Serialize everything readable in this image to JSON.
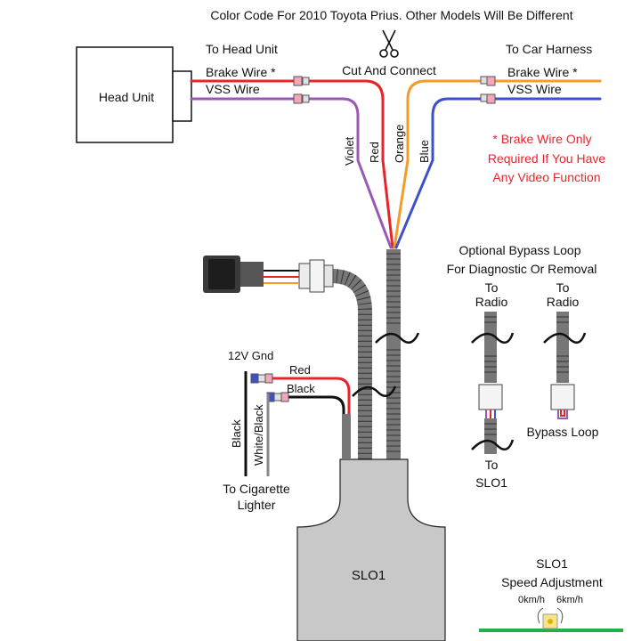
{
  "title": "Color Code For 2010 Toyota Prius. Other Models Will Be Different",
  "head_unit": {
    "label": "Head Unit",
    "to_label": "To Head Unit"
  },
  "car_harness": {
    "to_label": "To Car Harness"
  },
  "wires": {
    "brake_left": "Brake Wire *",
    "vss_left": "VSS Wire",
    "brake_right": "Brake Wire *",
    "vss_right": "VSS Wire",
    "violet": "Violet",
    "red": "Red",
    "orange": "Orange",
    "blue": "Blue"
  },
  "cut_connect": "Cut And Connect",
  "brake_note": [
    "* Brake Wire Only",
    "Required If You Have",
    "Any Video Function"
  ],
  "power": {
    "gnd_label": "12V Gnd",
    "red_label": "Red",
    "black_label": "Black",
    "black_vertical": "Black",
    "white_black_vertical": "White/Black",
    "lighter_label": [
      "To Cigarette",
      "Lighter"
    ]
  },
  "bypass": {
    "title": [
      "Optional Bypass Loop",
      "For Diagnostic Or Removal"
    ],
    "to_radio_left": [
      "To",
      "Radio"
    ],
    "to_radio_right": [
      "To",
      "Radio"
    ],
    "to_slo1": [
      "To",
      "SLO1"
    ],
    "loop_label": "Bypass Loop"
  },
  "module": {
    "label": "SLO1"
  },
  "speed": {
    "title": [
      "SLO1",
      "Speed Adjustment"
    ],
    "low": "0km/h",
    "high": "6km/h"
  },
  "colors": {
    "red": "#e8242b",
    "violet": "#9b59b6",
    "orange": "#f39c2a",
    "blue": "#3f51c8",
    "black": "#111111",
    "module": "#c8c8c8",
    "note": "#e8242b",
    "green": "#22b04a"
  }
}
